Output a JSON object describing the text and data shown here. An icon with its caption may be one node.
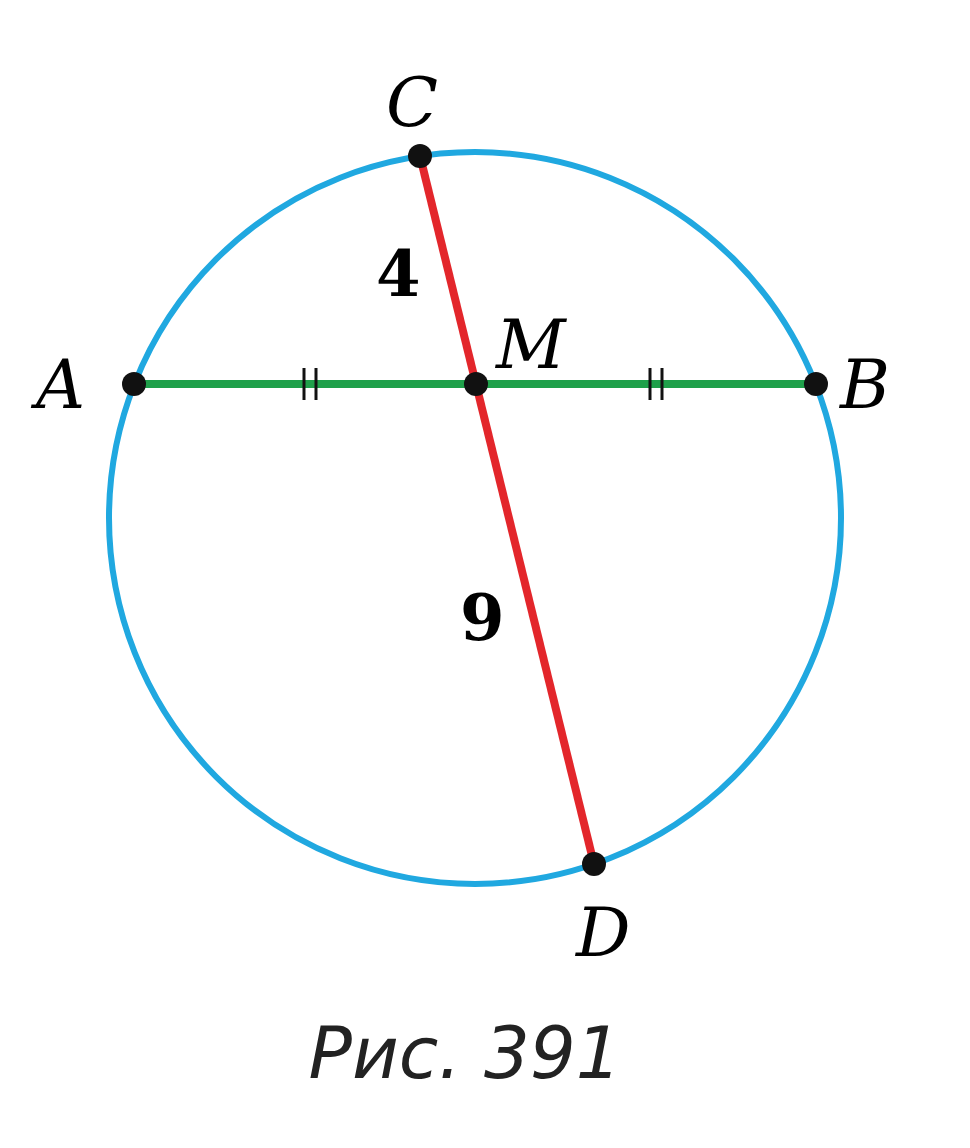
{
  "diagram": {
    "caption": "Рис. 391",
    "nodes": [
      {
        "text": [],
        "shape": "circle",
        "beside": [
          "C"
        ]
      },
      {
        "text": [],
        "shape": "circle",
        "beside": [
          "A"
        ]
      },
      {
        "text": [],
        "shape": "circle",
        "beside": [
          "M"
        ]
      },
      {
        "text": [],
        "shape": "circle",
        "beside": [
          "B"
        ]
      },
      {
        "text": [],
        "shape": "circle",
        "beside": [
          "D"
        ]
      }
    ],
    "edges": [
      {
        "from": 1,
        "to": 2,
        "arrow": "none",
        "color": "#1fa04a"
      },
      {
        "from": 2,
        "to": 3,
        "arrow": "none",
        "color": "#1fa04a"
      },
      {
        "from": 0,
        "to": 2,
        "arrow": "none",
        "label": "4",
        "color": "#e3262b"
      },
      {
        "from": 2,
        "to": 4,
        "arrow": "none",
        "label": "9",
        "color": "#e3262b"
      }
    ]
  }
}
